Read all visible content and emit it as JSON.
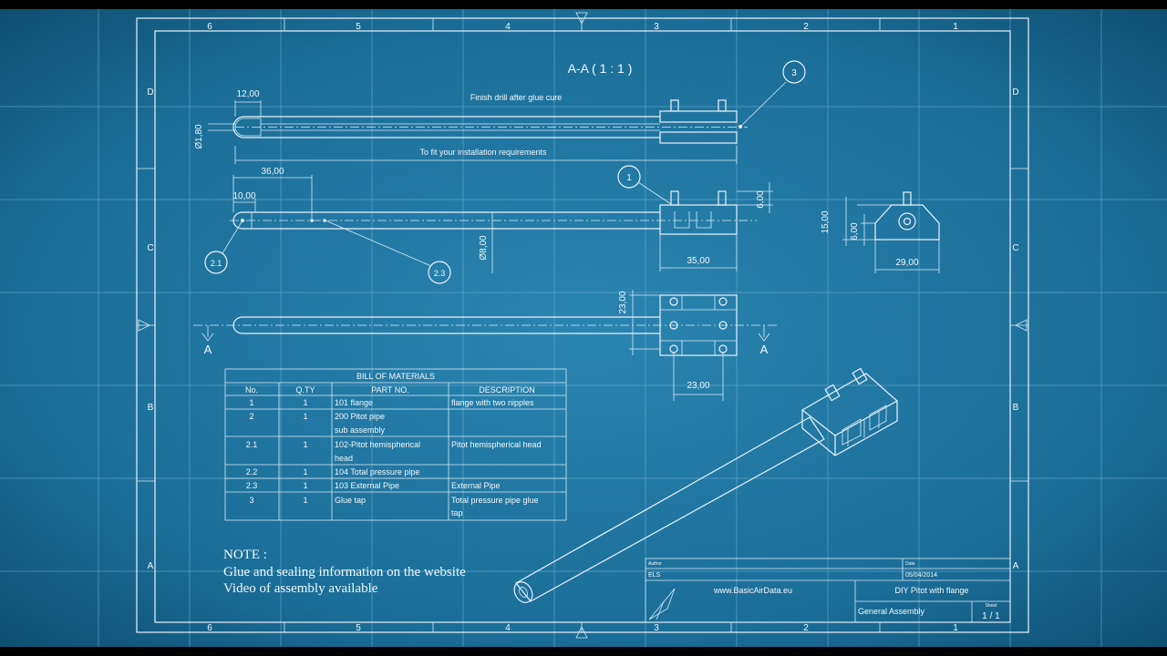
{
  "colors": {
    "background": "#1a6d96",
    "grid": "#6fb0d4",
    "line": "#eaf3fa"
  },
  "frame": {
    "col_labels": [
      "6",
      "5",
      "4",
      "3",
      "2",
      "1"
    ],
    "row_labels": [
      "D",
      "C",
      "B",
      "A"
    ]
  },
  "section": {
    "title": "A-A ( 1 : 1 )",
    "note_top": "Finish drill after glue cure",
    "note_length": "To fit your installation requirements"
  },
  "dims": {
    "d1": "12,00",
    "d2": "Ø1,80",
    "d3": "36,00",
    "d4": "10,00",
    "d5": "Ø8,00",
    "d6": "35,00",
    "d7": "6,00",
    "d8": "15,00",
    "d9": "6,00",
    "d10": "29,00",
    "d11": "23,00",
    "d12": "23,00"
  },
  "balloons": {
    "b1": "1",
    "b21": "2.1",
    "b23": "2.3",
    "b3": "3"
  },
  "section_mark": "A",
  "bom": {
    "title": "BILL OF MATERIALS",
    "headers": [
      "No.",
      "Q.TY",
      "PART NO.",
      "DESCRIPTION"
    ],
    "rows": [
      {
        "no": "1",
        "qty": "1",
        "part": [
          "101 flange"
        ],
        "desc": [
          "flange with two nipples"
        ]
      },
      {
        "no": "2",
        "qty": "1",
        "part": [
          "200 Pitot pipe",
          "sub assembly"
        ],
        "desc": [
          ""
        ]
      },
      {
        "no": "2.1",
        "qty": "1",
        "part": [
          "102-Pitot hemispherical",
          "head"
        ],
        "desc": [
          "Pitot hemispherical head"
        ]
      },
      {
        "no": "2.2",
        "qty": "1",
        "part": [
          "104 Total pressure pipe"
        ],
        "desc": [
          ""
        ]
      },
      {
        "no": "2.3",
        "qty": "1",
        "part": [
          "103 External Pipe"
        ],
        "desc": [
          "External Pipe"
        ]
      },
      {
        "no": "3",
        "qty": "1",
        "part": [
          "Glue tap"
        ],
        "desc": [
          "Total pressure pipe glue",
          "tap"
        ]
      }
    ]
  },
  "note": {
    "title": "NOTE :",
    "line1": "Glue and sealing information on the website",
    "line2": "Video of assembly available"
  },
  "title_block": {
    "author_label": "Author",
    "author": "ELS",
    "date_label": "Date",
    "date": "05/04/2014",
    "website": "www.BasicAirData.eu",
    "title": "DIY Pitot with flange",
    "subtitle": "General Assembly",
    "sheet_label": "Sheet",
    "sheet": "1 / 1"
  }
}
